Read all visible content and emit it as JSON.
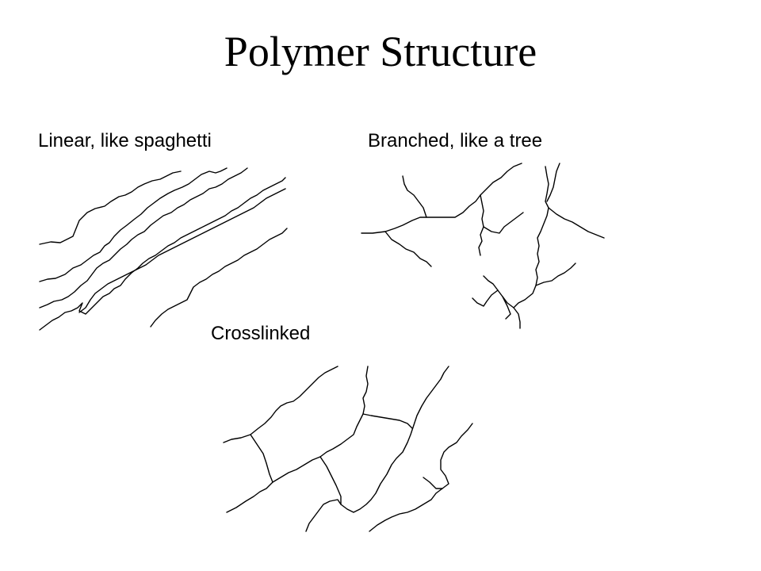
{
  "slide": {
    "title": "Polymer Structure"
  },
  "panels": {
    "linear": {
      "label": "Linear, like spaghetti"
    },
    "branched": {
      "label": "Branched, like a tree"
    },
    "crosslinked": {
      "label": "Crosslinked"
    }
  },
  "colors": {
    "background": "#ffffff",
    "ink": "#000000"
  }
}
